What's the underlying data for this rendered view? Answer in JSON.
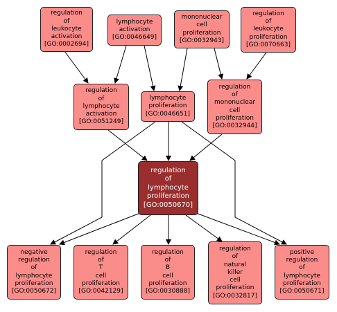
{
  "colors": {
    "node_fill": "#fa8c8a",
    "focus_fill": "#9a2d2d",
    "edge": "#000000"
  },
  "nodes": {
    "n1": {
      "lines": [
        "regulation",
        "of",
        "leukocyte",
        "activation"
      ],
      "id": "[GO:0002694]"
    },
    "n2": {
      "lines": [
        "lymphocyte",
        "activation"
      ],
      "id": "[GO:0046649]"
    },
    "n3": {
      "lines": [
        "mononuclear",
        "cell",
        "proliferation"
      ],
      "id": "[GO:0032943]"
    },
    "n4": {
      "lines": [
        "regulation",
        "of",
        "leukocyte",
        "proliferation"
      ],
      "id": "[GO:0070663]"
    },
    "n5": {
      "lines": [
        "regulation",
        "of",
        "lymphocyte",
        "activation"
      ],
      "id": "[GO:0051249]"
    },
    "n6": {
      "lines": [
        "lymphocyte",
        "proliferation"
      ],
      "id": "[GO:0046651]"
    },
    "n7": {
      "lines": [
        "regulation",
        "of",
        "mononuclear",
        "cell",
        "proliferation"
      ],
      "id": "[GO:0032944]"
    },
    "n8": {
      "lines": [
        "regulation",
        "of",
        "lymphocyte",
        "proliferation"
      ],
      "id": "[GO:0050670]"
    },
    "n9": {
      "lines": [
        "negative",
        "regulation",
        "of",
        "lymphocyte",
        "proliferation"
      ],
      "id": "[GO:0050672]"
    },
    "n10": {
      "lines": [
        "regulation",
        "of",
        "T",
        "cell",
        "proliferation"
      ],
      "id": "[GO:0042129]"
    },
    "n11": {
      "lines": [
        "regulation",
        "of",
        "B",
        "cell",
        "proliferation"
      ],
      "id": "[GO:0030888]"
    },
    "n12": {
      "lines": [
        "regulation",
        "of",
        "natural",
        "killer",
        "cell",
        "proliferation"
      ],
      "id": "[GO:0032817]"
    },
    "n13": {
      "lines": [
        "positive",
        "regulation",
        "of",
        "lymphocyte",
        "proliferation"
      ],
      "id": "[GO:0050671]"
    }
  }
}
